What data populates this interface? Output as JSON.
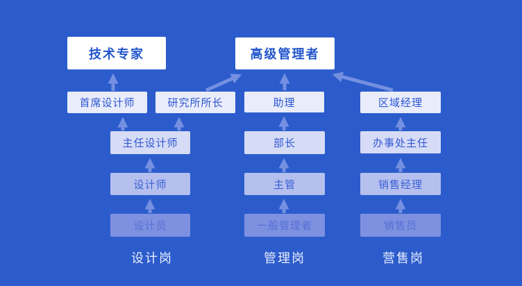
{
  "colors": {
    "background": "#2c5ccc",
    "level1_box": "#ffffff",
    "level2_box": "#e9ecfb",
    "level3_box": "#d6dbf6",
    "level4_box": "#b5c0ef",
    "level5_box": "#7e91e0",
    "level1_text": "#2356cd",
    "footer_text": "#e7edfd",
    "arrow": "#7590e1"
  },
  "org_chart": {
    "top_level": [
      {
        "label": "技术专家"
      },
      {
        "label": "高级管理者"
      }
    ],
    "columns": [
      {
        "footer_label": "设计岗",
        "nodes": [
          {
            "label": "首席设计师"
          },
          {
            "label": "研究所所长"
          },
          {
            "label": "主任设计师"
          },
          {
            "label": "设计师"
          },
          {
            "label": "设计员"
          }
        ]
      },
      {
        "footer_label": "管理岗",
        "nodes": [
          {
            "label": "助理"
          },
          {
            "label": "部长"
          },
          {
            "label": "主管"
          },
          {
            "label": "一般管理者"
          }
        ]
      },
      {
        "footer_label": "营售岗",
        "nodes": [
          {
            "label": "区域经理"
          },
          {
            "label": "办事处主任"
          },
          {
            "label": "销售经理"
          },
          {
            "label": "销售员"
          }
        ]
      }
    ],
    "edges": [
      {
        "from": "首席设计师",
        "to": "技术专家"
      },
      {
        "from": "研究所所长",
        "to": "高级管理者"
      },
      {
        "from": "主任设计师",
        "to": "首席设计师"
      },
      {
        "from": "主任设计师",
        "to": "研究所所长"
      },
      {
        "from": "设计师",
        "to": "主任设计师"
      },
      {
        "from": "设计员",
        "to": "设计师"
      },
      {
        "from": "助理",
        "to": "高级管理者"
      },
      {
        "from": "部长",
        "to": "助理"
      },
      {
        "from": "主管",
        "to": "部长"
      },
      {
        "from": "一般管理者",
        "to": "主管"
      },
      {
        "from": "区域经理",
        "to": "高级管理者"
      },
      {
        "from": "办事处主任",
        "to": "区域经理"
      },
      {
        "from": "销售经理",
        "to": "办事处主任"
      },
      {
        "from": "销售员",
        "to": "销售经理"
      }
    ]
  }
}
